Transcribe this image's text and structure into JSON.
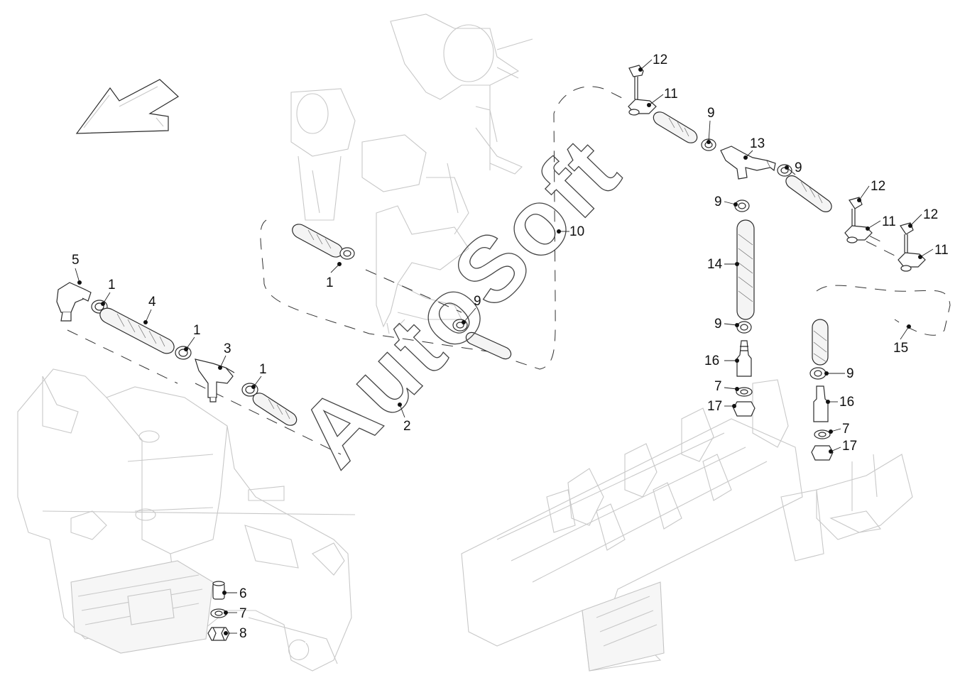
{
  "watermark": "AutoSoft",
  "callouts": [
    {
      "id": "c5",
      "label": "5"
    },
    {
      "id": "c1a",
      "label": "1"
    },
    {
      "id": "c4",
      "label": "4"
    },
    {
      "id": "c1b",
      "label": "1"
    },
    {
      "id": "c3",
      "label": "3"
    },
    {
      "id": "c1c",
      "label": "1"
    },
    {
      "id": "c1d",
      "label": "1"
    },
    {
      "id": "c2",
      "label": "2"
    },
    {
      "id": "c9a",
      "label": "9"
    },
    {
      "id": "c10",
      "label": "10"
    },
    {
      "id": "c6",
      "label": "6"
    },
    {
      "id": "c7a",
      "label": "7"
    },
    {
      "id": "c8",
      "label": "8"
    },
    {
      "id": "c12a",
      "label": "12"
    },
    {
      "id": "c11a",
      "label": "11"
    },
    {
      "id": "c9b",
      "label": "9"
    },
    {
      "id": "c13",
      "label": "13"
    },
    {
      "id": "c9c",
      "label": "9"
    },
    {
      "id": "c9d",
      "label": "9"
    },
    {
      "id": "c12b",
      "label": "12"
    },
    {
      "id": "c11b",
      "label": "11"
    },
    {
      "id": "c12c",
      "label": "12"
    },
    {
      "id": "c11c",
      "label": "11"
    },
    {
      "id": "c14",
      "label": "14"
    },
    {
      "id": "c9e",
      "label": "9"
    },
    {
      "id": "c15",
      "label": "15"
    },
    {
      "id": "c16a",
      "label": "16"
    },
    {
      "id": "c7b",
      "label": "7"
    },
    {
      "id": "c17a",
      "label": "17"
    },
    {
      "id": "c9f",
      "label": "9"
    },
    {
      "id": "c16b",
      "label": "16"
    },
    {
      "id": "c7c",
      "label": "7"
    },
    {
      "id": "c17b",
      "label": "17"
    }
  ]
}
